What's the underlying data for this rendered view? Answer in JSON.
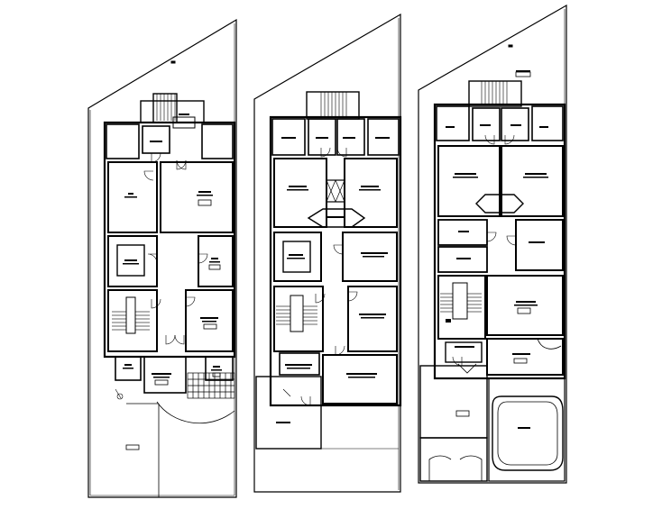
{
  "title": "",
  "plans": [
    {
      "id": "plan-left",
      "label": ""
    },
    {
      "id": "plan-middle",
      "label": ""
    },
    {
      "id": "plan-right",
      "label": ""
    }
  ],
  "style": {
    "line_color": "#000000",
    "background": "#ffffff"
  },
  "note": ""
}
